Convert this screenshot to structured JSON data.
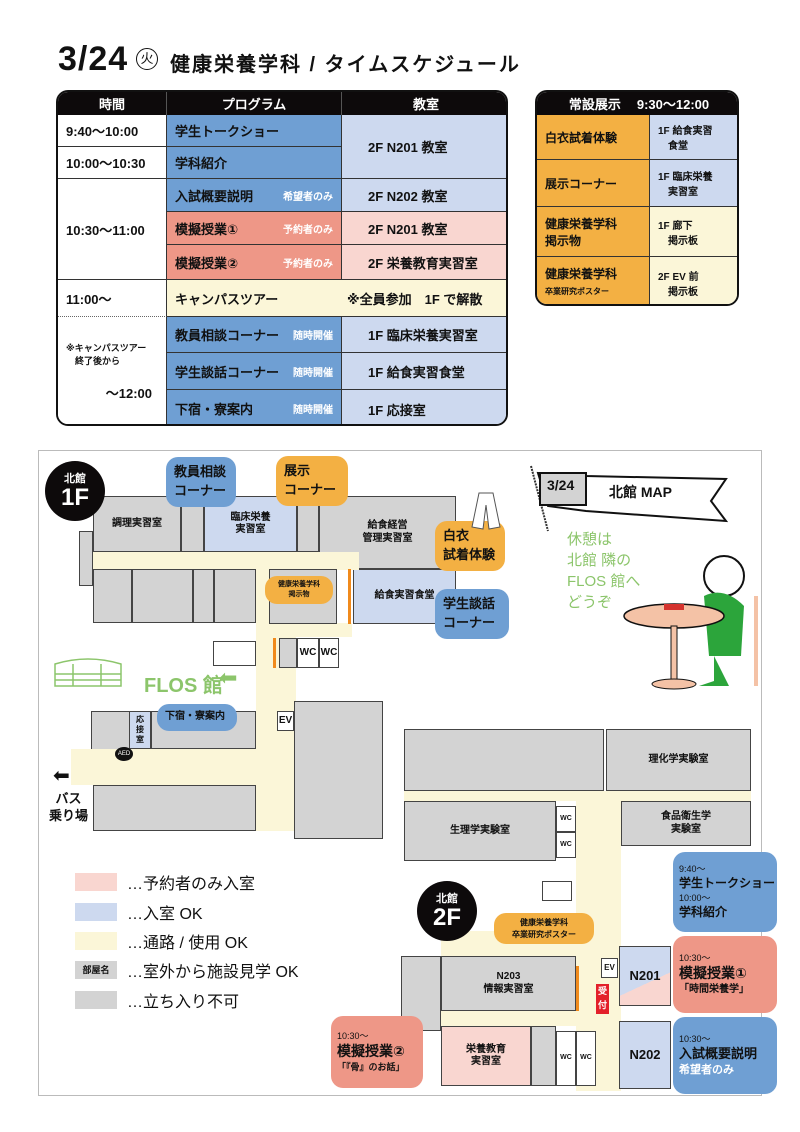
{
  "header": {
    "date": "3/24",
    "weekday": "火",
    "title": "健康栄養学科 / タイムスケジュール"
  },
  "schedule": {
    "columns": [
      "時間",
      "プログラム",
      "教室"
    ],
    "times": [
      "9:40～10:00",
      "10:00～10:30",
      "10:30～11:00",
      "11:00～",
      "※キャンパスツアー\n　終了後から",
      "～12:00"
    ],
    "programs": [
      {
        "name": "学生トークショー"
      },
      {
        "name": "学科紹介"
      },
      {
        "name": "入試概要説明",
        "note": "希望者のみ"
      },
      {
        "name": "模擬授業①",
        "note": "予約者のみ"
      },
      {
        "name": "模擬授業②",
        "note": "予約者のみ"
      },
      {
        "name": "キャンパスツアー"
      },
      {
        "name": "教員相談コーナー",
        "note": "随時開催"
      },
      {
        "name": "学生談話コーナー",
        "note": "随時開催"
      },
      {
        "name": "下宿・寮案内",
        "note": "随時開催"
      }
    ],
    "rooms": [
      "2F N201 教室",
      "2F N202 教室",
      "2F N201 教室",
      "2F 栄養教育実習室",
      "※全員参加　1F で解散",
      "1F 臨床栄養実習室",
      "1F 給食実習食堂",
      "1F 応接室"
    ]
  },
  "exhibits": {
    "title": "常設展示",
    "time": "9:30～12:00",
    "rows": [
      {
        "name": "白衣試着体験",
        "place": "1F 給食実習\n　食堂"
      },
      {
        "name": "展示コーナー",
        "place": "1F 臨床栄養\n　実習室"
      },
      {
        "name": "健康栄養学科\n掲示物",
        "place": "1F 廊下\n　掲示板"
      },
      {
        "name": "健康栄養学科",
        "sub": "卒業研究ポスター",
        "place": "2F EV 前\n　掲示板"
      }
    ]
  },
  "map": {
    "flag_date": "3/24",
    "flag_title": "北館 MAP",
    "rest_message": "休憩は\n北館 隣の\nFLOS 館へ\nどうぞ",
    "floor1": {
      "badge_top": "北館",
      "badge": "1F",
      "rooms": {
        "cooking": "調理実習室",
        "clinical": "臨床栄養\n実習室",
        "food_mgmt": "給食経営\n管理実習室",
        "cafeteria": "給食実習食堂",
        "reception": "応\n接\n室",
        "wc1": "WC",
        "wc2": "WC",
        "ev": "EV",
        "aed": "AED"
      },
      "flos": "FLOS 館",
      "bus": "バス\n乗り場",
      "balloons": {
        "teacher": "教員相談\nコーナー",
        "exhibit": "展示\nコーナー",
        "notice": "健康栄養学科\n掲示物",
        "coat": "白衣\n試着体験",
        "student": "学生談話\nコーナー",
        "dorm": "下宿・寮案内"
      }
    },
    "floor2": {
      "badge_top": "北館",
      "badge": "2F",
      "rooms": {
        "chem": "理化学実験室",
        "physio": "生理学実験室",
        "foodsafety": "食品衛生学\n実験室",
        "n203": "N203\n情報実習室",
        "nutri": "栄養教育\n実習室",
        "n201": "N201",
        "n202": "N202",
        "wc": "WC",
        "ev": "EV",
        "reception": "受\n付"
      },
      "balloons": {
        "poster": "健康栄養学科\n卒業研究ポスター",
        "n201_time1": "9:40～",
        "n201_prog1": "学生トークショー",
        "n201_time2": "10:00～",
        "n201_prog2": "学科紹介",
        "mock1_time": "10:30～",
        "mock1_prog": "模擬授業①",
        "mock1_sub": "「時間栄養学」",
        "mock2_time": "10:30～",
        "mock2_prog": "模擬授業②",
        "mock2_sub": "「『骨』のお話」",
        "exam_time": "10:30～",
        "exam_prog": "入試概要説明",
        "exam_sub": "希望者のみ"
      }
    },
    "legend": [
      {
        "label": "…予約者のみ入室",
        "color": "#f9d6d0"
      },
      {
        "label": "…入室 OK",
        "color": "#cdd9ef"
      },
      {
        "label": "…通路 / 使用 OK",
        "color": "#fbf6d8"
      },
      {
        "label": "…室外から施設見学 OK",
        "swatch_text": "部屋名",
        "color": "#d3d3d3"
      },
      {
        "label": "…立ち入り不可",
        "color": "#d3d3d3"
      }
    ]
  }
}
